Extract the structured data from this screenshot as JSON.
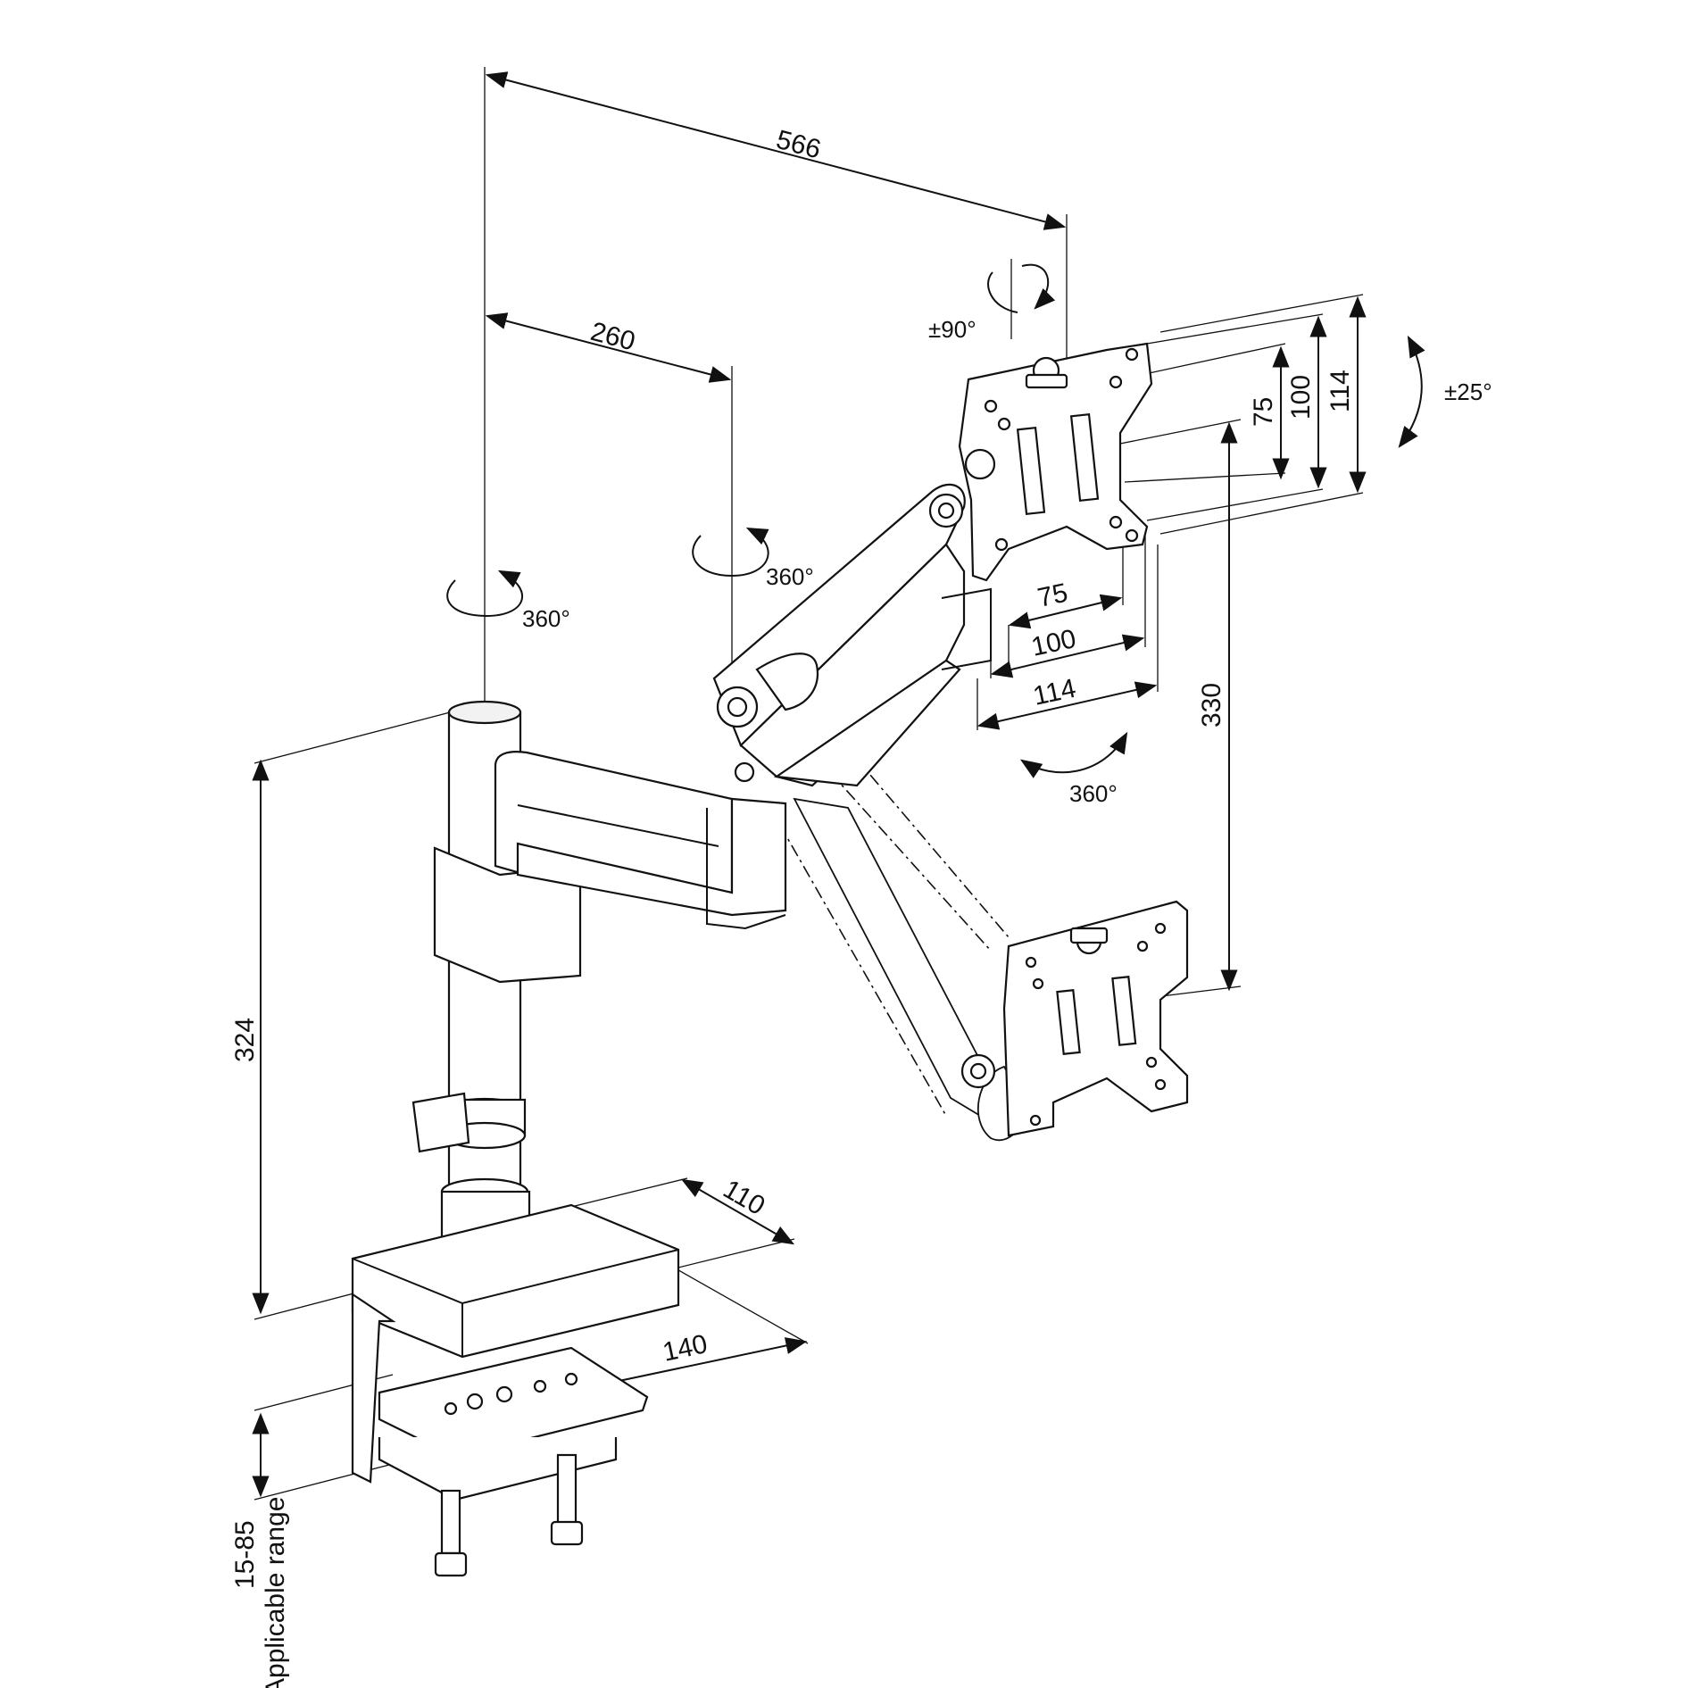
{
  "dimensions": {
    "reach_max": "566",
    "reach_arm1": "260",
    "pole_height": "324",
    "vesa_h_75": "75",
    "vesa_h_100": "100",
    "vesa_h_114": "114",
    "vesa_v_75": "75",
    "vesa_v_100": "100",
    "vesa_v_114": "114",
    "height_adjust": "330",
    "base_depth": "110",
    "base_width": "140",
    "clamp_range": "15-85",
    "clamp_range_label": "Applicable range"
  },
  "rotations": {
    "pole": "360°",
    "elbow": "360°",
    "head_swivel": "360°",
    "rotate": "±90°",
    "tilt": "±25°"
  }
}
